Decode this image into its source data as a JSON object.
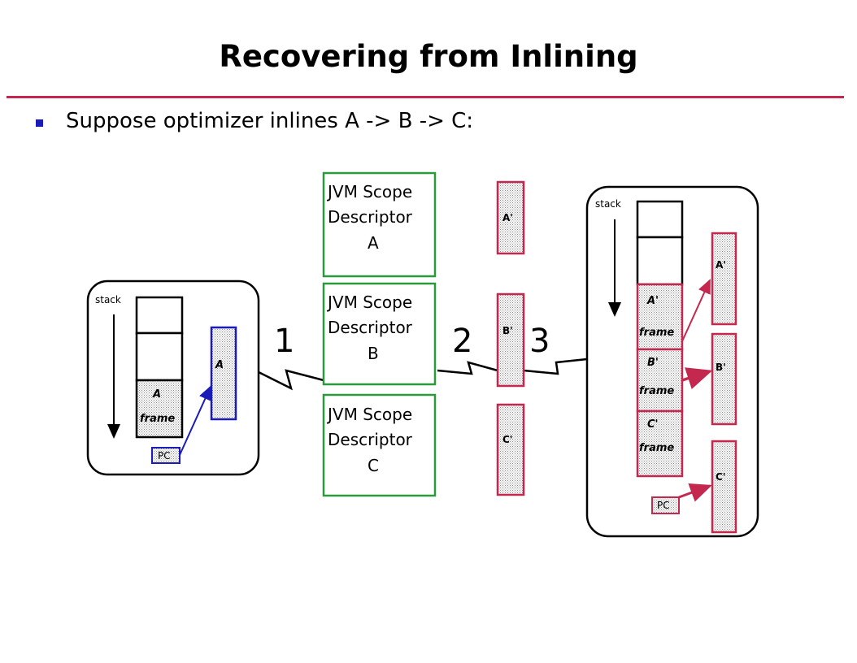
{
  "title": "Recovering from Inlining",
  "bullet": "Suppose optimizer inlines A -> B -> C:",
  "colors": {
    "rule": "#c4284f",
    "bullet": "#1b1bb8",
    "descriptor": "#2a9a3a",
    "compiled": "#c4284f",
    "interpreted": "#1b1bb8"
  },
  "steps": [
    "1",
    "2",
    "3"
  ],
  "descriptors": [
    {
      "line1": "JVM Scope",
      "line2": "Descriptor",
      "line3": "A"
    },
    {
      "line1": "JVM Scope",
      "line2": "Descriptor",
      "line3": "B"
    },
    {
      "line1": "JVM Scope",
      "line2": "Descriptor",
      "line3": "C"
    }
  ],
  "compiled_code": [
    "A'",
    "B'",
    "C'"
  ],
  "left_panel": {
    "stack_label": "stack",
    "frame_name": "A",
    "frame_word": "frame",
    "code_label": "A",
    "pc_label": "PC"
  },
  "right_panel": {
    "stack_label": "stack",
    "frames": [
      {
        "name": "A'",
        "word": "frame"
      },
      {
        "name": "B'",
        "word": "frame"
      },
      {
        "name": "C'",
        "word": "frame"
      }
    ],
    "code_labels": [
      "A'",
      "B'",
      "C'"
    ],
    "pc_label": "PC"
  }
}
